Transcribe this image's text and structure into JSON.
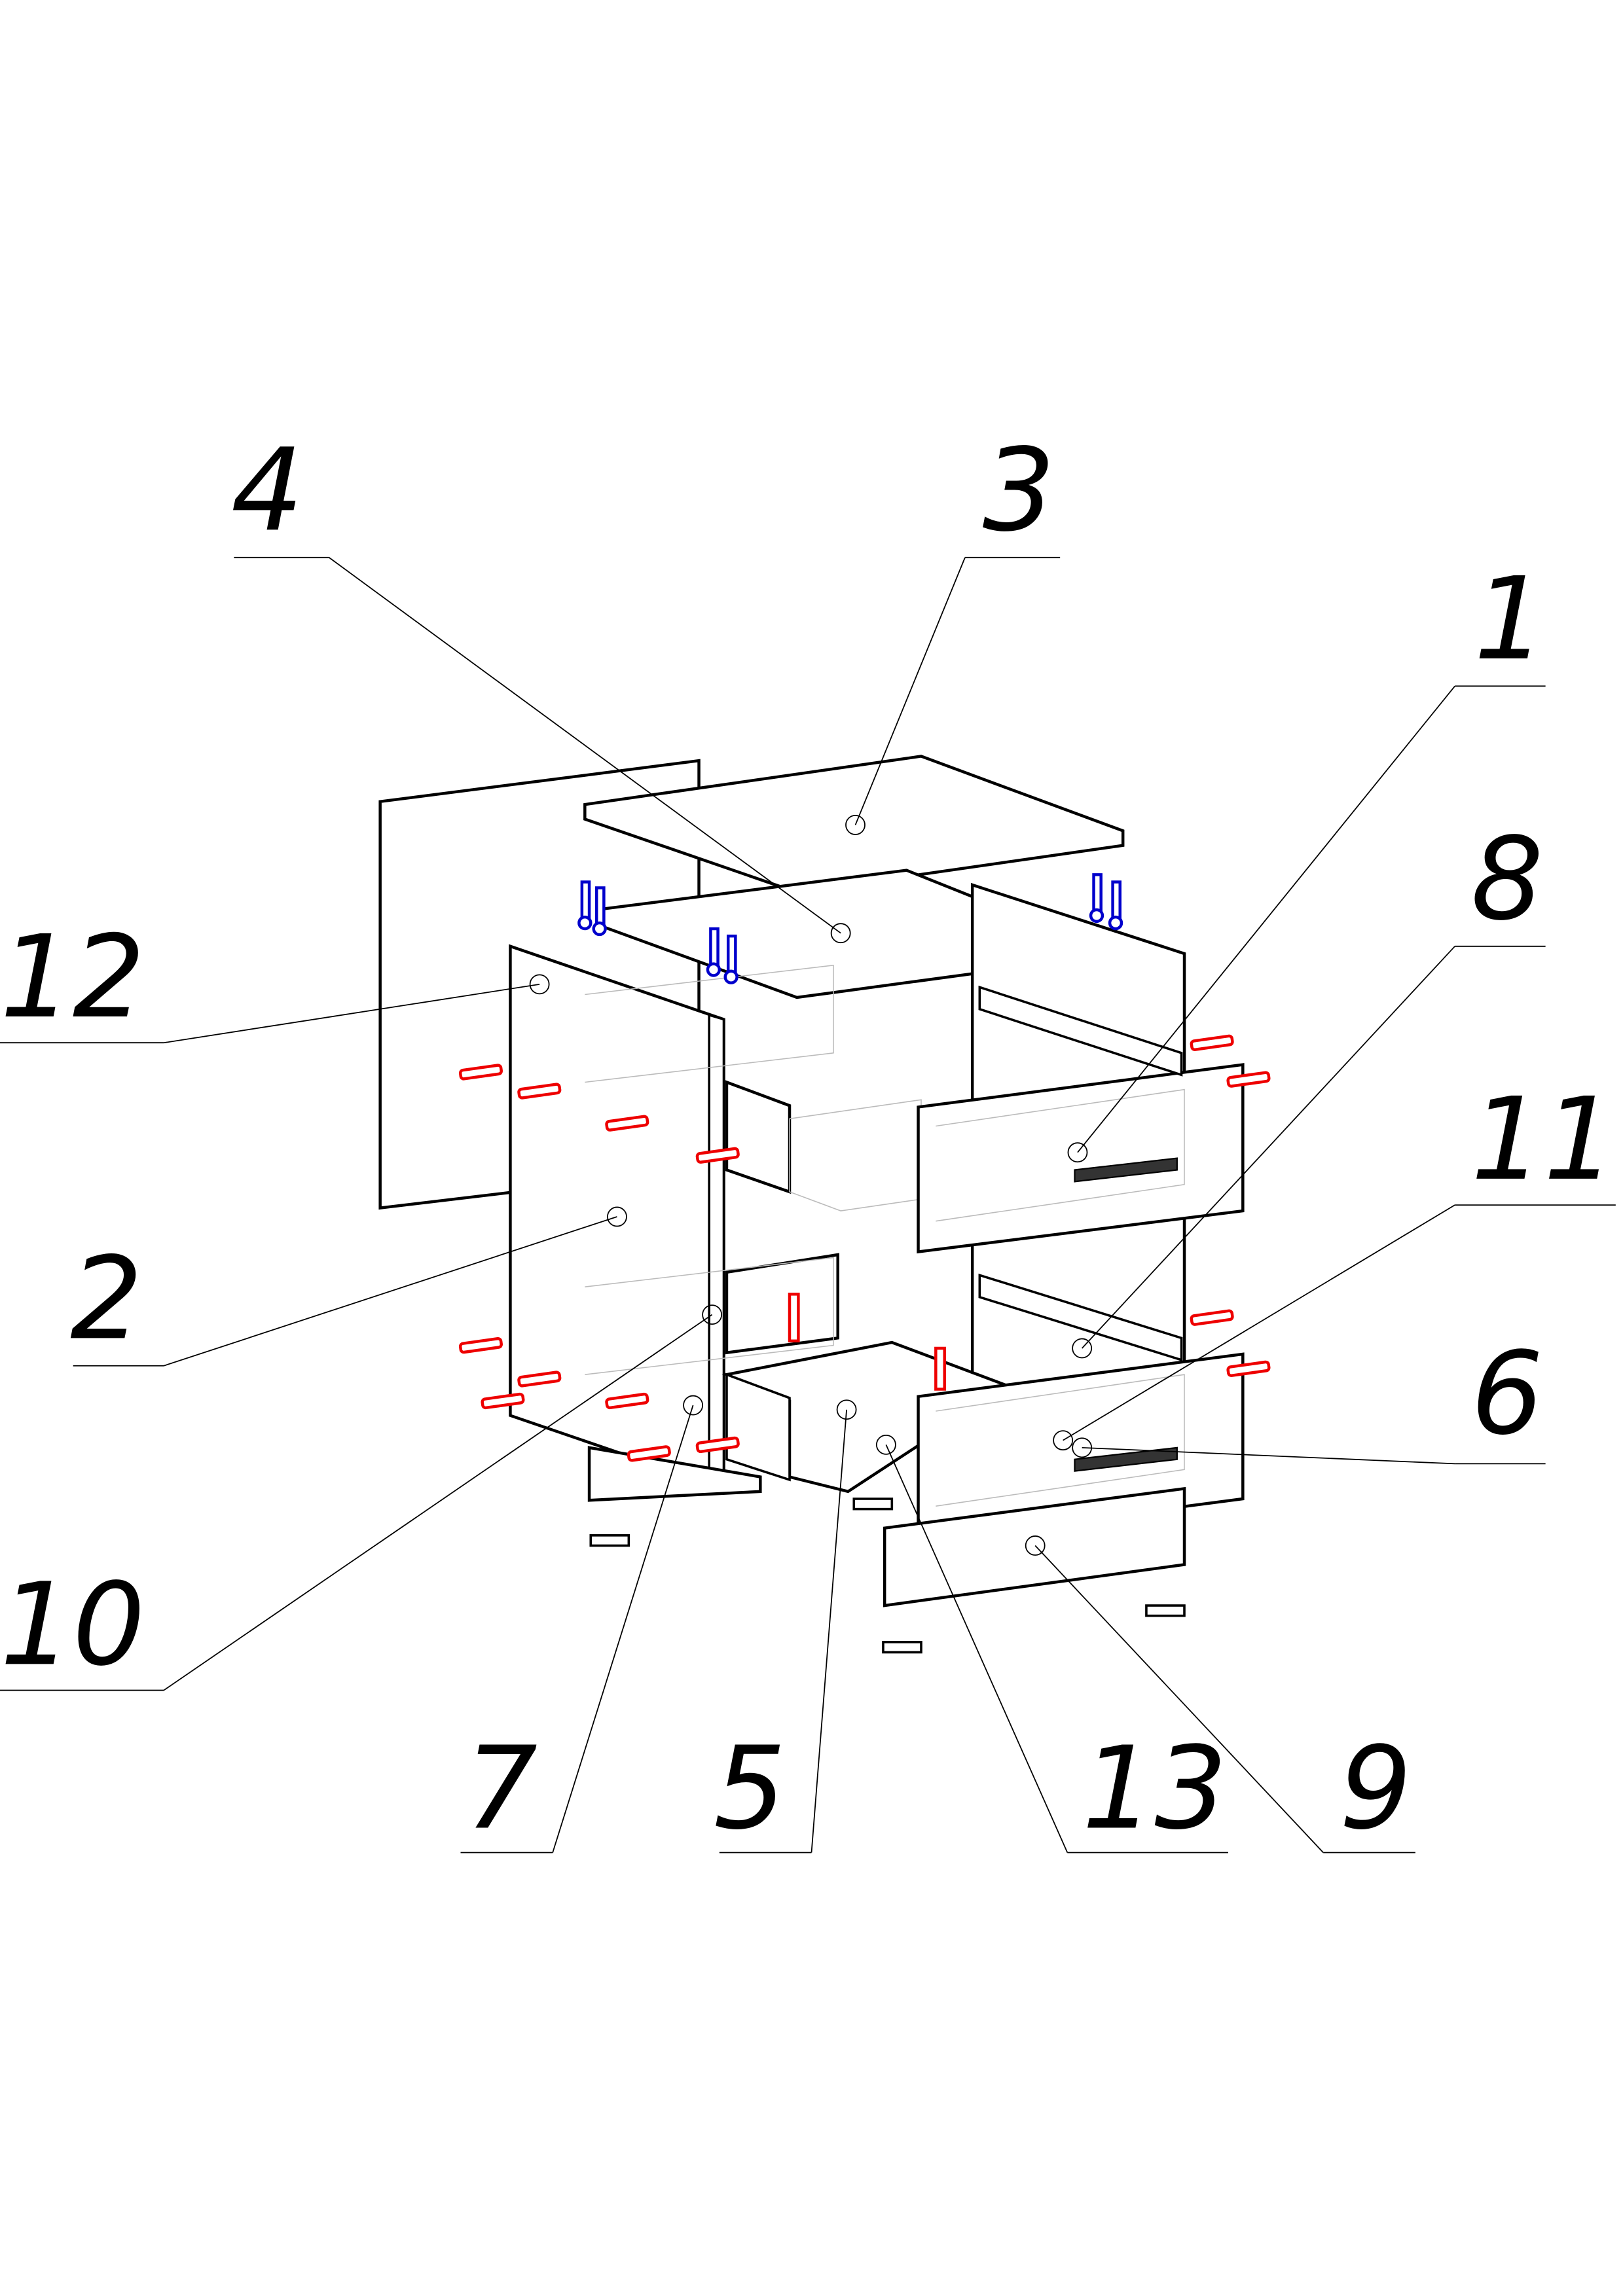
{
  "diagram": {
    "type": "exploded-assembly",
    "callouts": [
      {
        "number": "1"
      },
      {
        "number": "2"
      },
      {
        "number": "3"
      },
      {
        "number": "4"
      },
      {
        "number": "5"
      },
      {
        "number": "6"
      },
      {
        "number": "7"
      },
      {
        "number": "8"
      },
      {
        "number": "9"
      },
      {
        "number": "10"
      },
      {
        "number": "11"
      },
      {
        "number": "12"
      },
      {
        "number": "13"
      }
    ],
    "colors": {
      "dowel": "#e00000",
      "cam": "#0000cc",
      "line": "#000000"
    }
  }
}
